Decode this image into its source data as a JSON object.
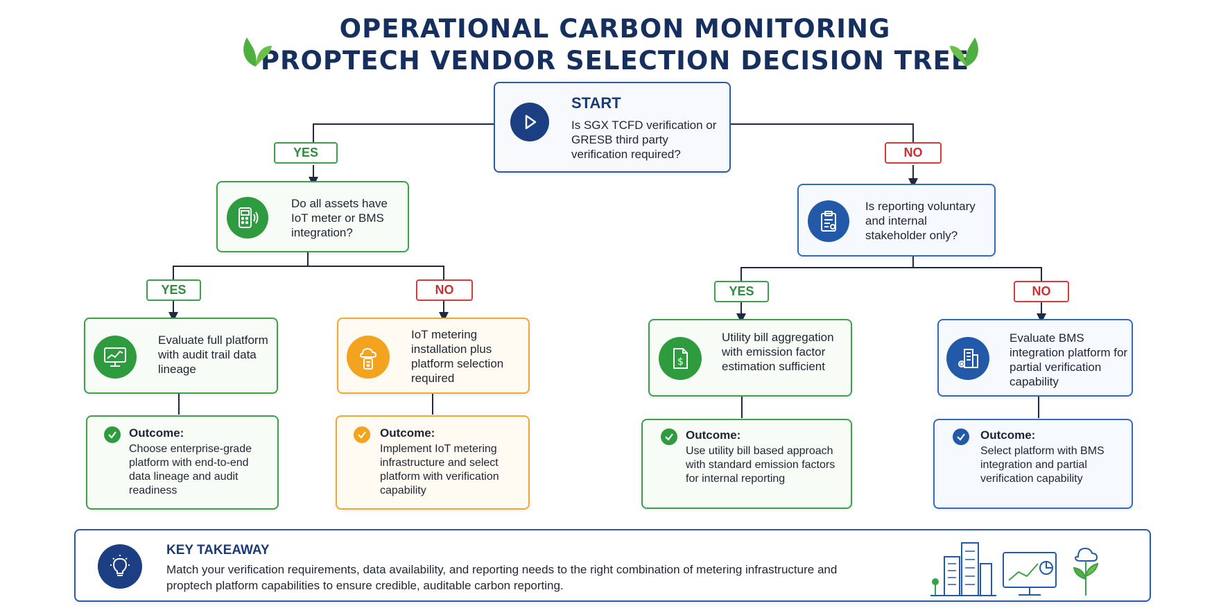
{
  "title": {
    "line1": "OPERATIONAL CARBON MONITORING",
    "line2": "PROPTECH VENDOR SELECTION DECISION TREE"
  },
  "start": {
    "heading": "START",
    "question": "Is SGX TCFD verification or GRESB third party verification required?"
  },
  "branch_labels": {
    "yes": "YES",
    "no": "NO"
  },
  "nodes": {
    "iot_question": "Do all assets have IoT meter or BMS integration?",
    "voluntary_question": "Is reporting voluntary and internal stakeholder only?",
    "full_platform": "Evaluate full platform with audit trail data lineage",
    "iot_install": "IoT metering installation plus platform selection required",
    "utility_bill": "Utility bill aggregation with emission factor estimation sufficient",
    "bms_platform": "Evaluate BMS integration platform for partial verification capability"
  },
  "outcomes": {
    "label": "Outcome:",
    "enterprise": "Choose enterprise-grade platform with end-to-end data lineage and audit readiness",
    "implement_iot": "Implement IoT metering infrastructure and select platform with verification capability",
    "utility_approach": "Use utility bill based approach with standard emission factors for internal reporting",
    "select_bms": "Select platform with BMS integration and partial verification capability"
  },
  "takeaway": {
    "heading": "KEY TAKEAWAY",
    "text": "Match your verification requirements, data availability, and reporting needs to the right combination of metering infrastructure and proptech platform capabilities to ensure credible, auditable carbon reporting."
  },
  "icons": {
    "start": "play-icon",
    "iot_question": "meter-icon",
    "voluntary_question": "clipboard-icon",
    "full_platform": "monitor-chart-icon",
    "iot_install": "cloud-device-icon",
    "utility_bill": "invoice-dollar-icon",
    "bms_platform": "building-gear-icon",
    "takeaway": "lightbulb-icon"
  },
  "colors": {
    "title": "#15305f",
    "green": "#2e9b3e",
    "orange": "#f4a31f",
    "blue": "#2259a8",
    "red": "#d83a3a",
    "connector": "#1e2a44"
  }
}
